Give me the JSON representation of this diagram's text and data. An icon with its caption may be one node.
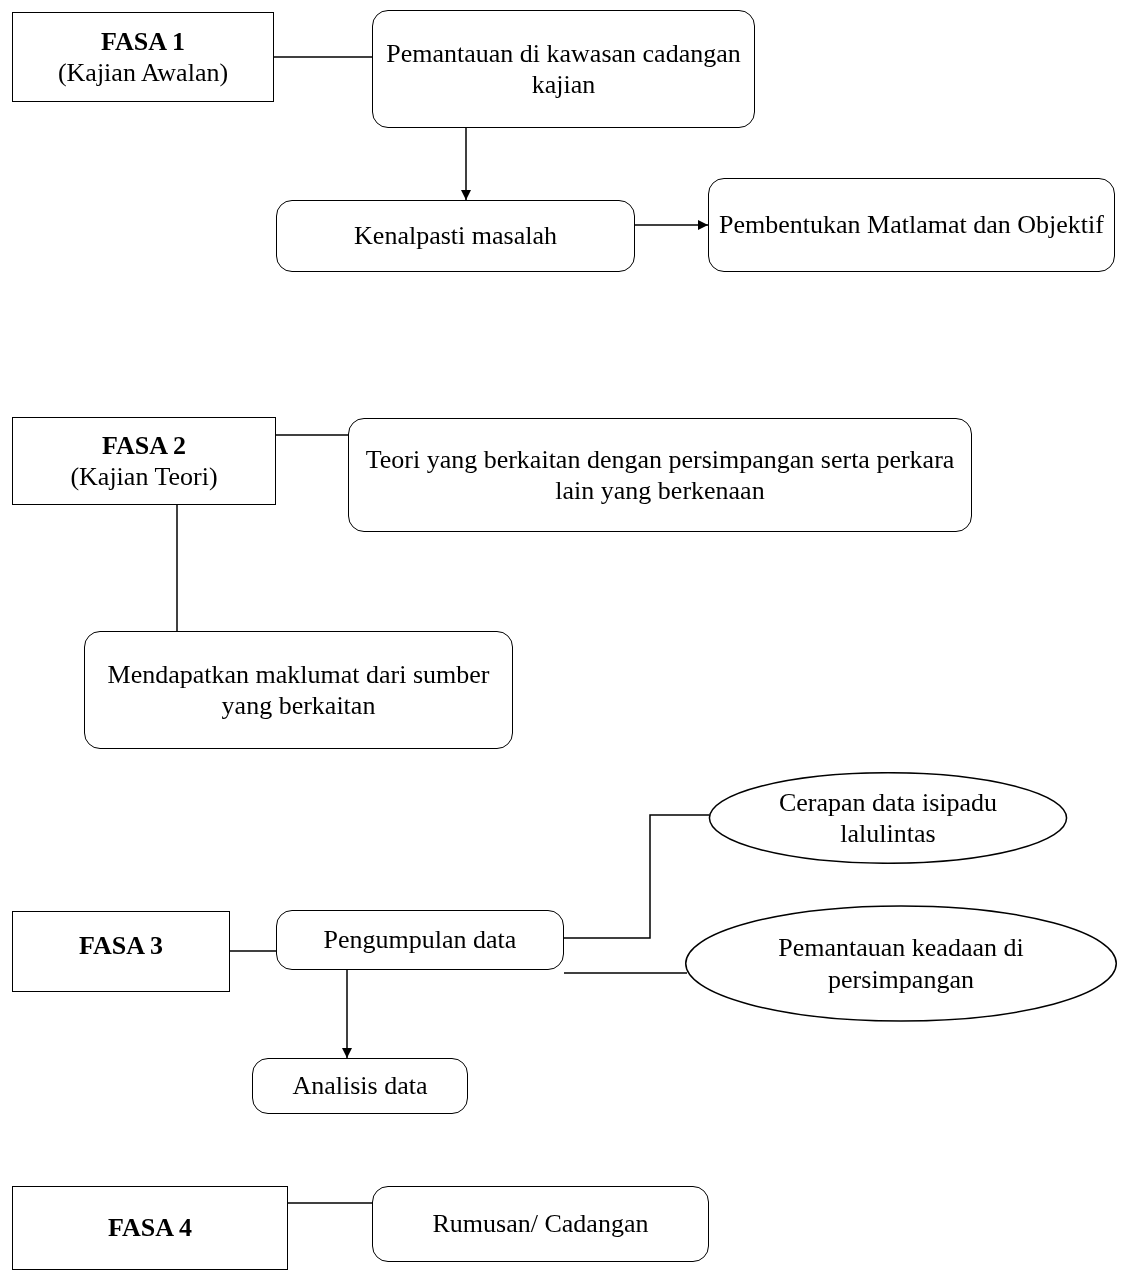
{
  "diagram": {
    "nodes": [
      {
        "text": [
          "FASA 1",
          "(Kajian Awalan)"
        ]
      },
      {
        "text": [
          "Pemantauan di kawasan cadangan kajian"
        ]
      },
      {
        "text": [
          "Kenalpasti masalah"
        ]
      },
      {
        "text": [
          "Pembentukan Matlamat dan Objektif"
        ]
      },
      {
        "text": [
          "FASA 2",
          "(Kajian Teori)"
        ]
      },
      {
        "text": [
          "Teori yang berkaitan dengan persimpangan serta perkara lain yang berkenaan"
        ]
      },
      {
        "text": [
          "Mendapatkan maklumat dari sumber yang berkaitan"
        ]
      },
      {
        "text": [
          "Cerapan data isipadu lalulintas"
        ]
      },
      {
        "text": [
          "FASA 3"
        ]
      },
      {
        "text": [
          "Pengumpulan data"
        ]
      },
      {
        "text": [
          "Pemantauan keadaan di persimpangan"
        ]
      },
      {
        "text": [
          "Analisis data"
        ]
      },
      {
        "text": [
          "FASA 4"
        ]
      },
      {
        "text": [
          "Rumusan/ Cadangan"
        ]
      }
    ],
    "edges": [
      {
        "from": 0,
        "to": 1,
        "arrow": "none"
      },
      {
        "from": 1,
        "to": 2,
        "arrow": "to"
      },
      {
        "from": 2,
        "to": 3,
        "arrow": "to"
      },
      {
        "from": 4,
        "to": 5,
        "arrow": "none"
      },
      {
        "from": 4,
        "to": 6,
        "arrow": "none"
      },
      {
        "from": 8,
        "to": 9,
        "arrow": "none"
      },
      {
        "from": 9,
        "to": 7,
        "arrow": "none"
      },
      {
        "from": 9,
        "to": 10,
        "arrow": "none"
      },
      {
        "from": 9,
        "to": 11,
        "arrow": "to"
      },
      {
        "from": 12,
        "to": 13,
        "arrow": "none"
      }
    ]
  }
}
